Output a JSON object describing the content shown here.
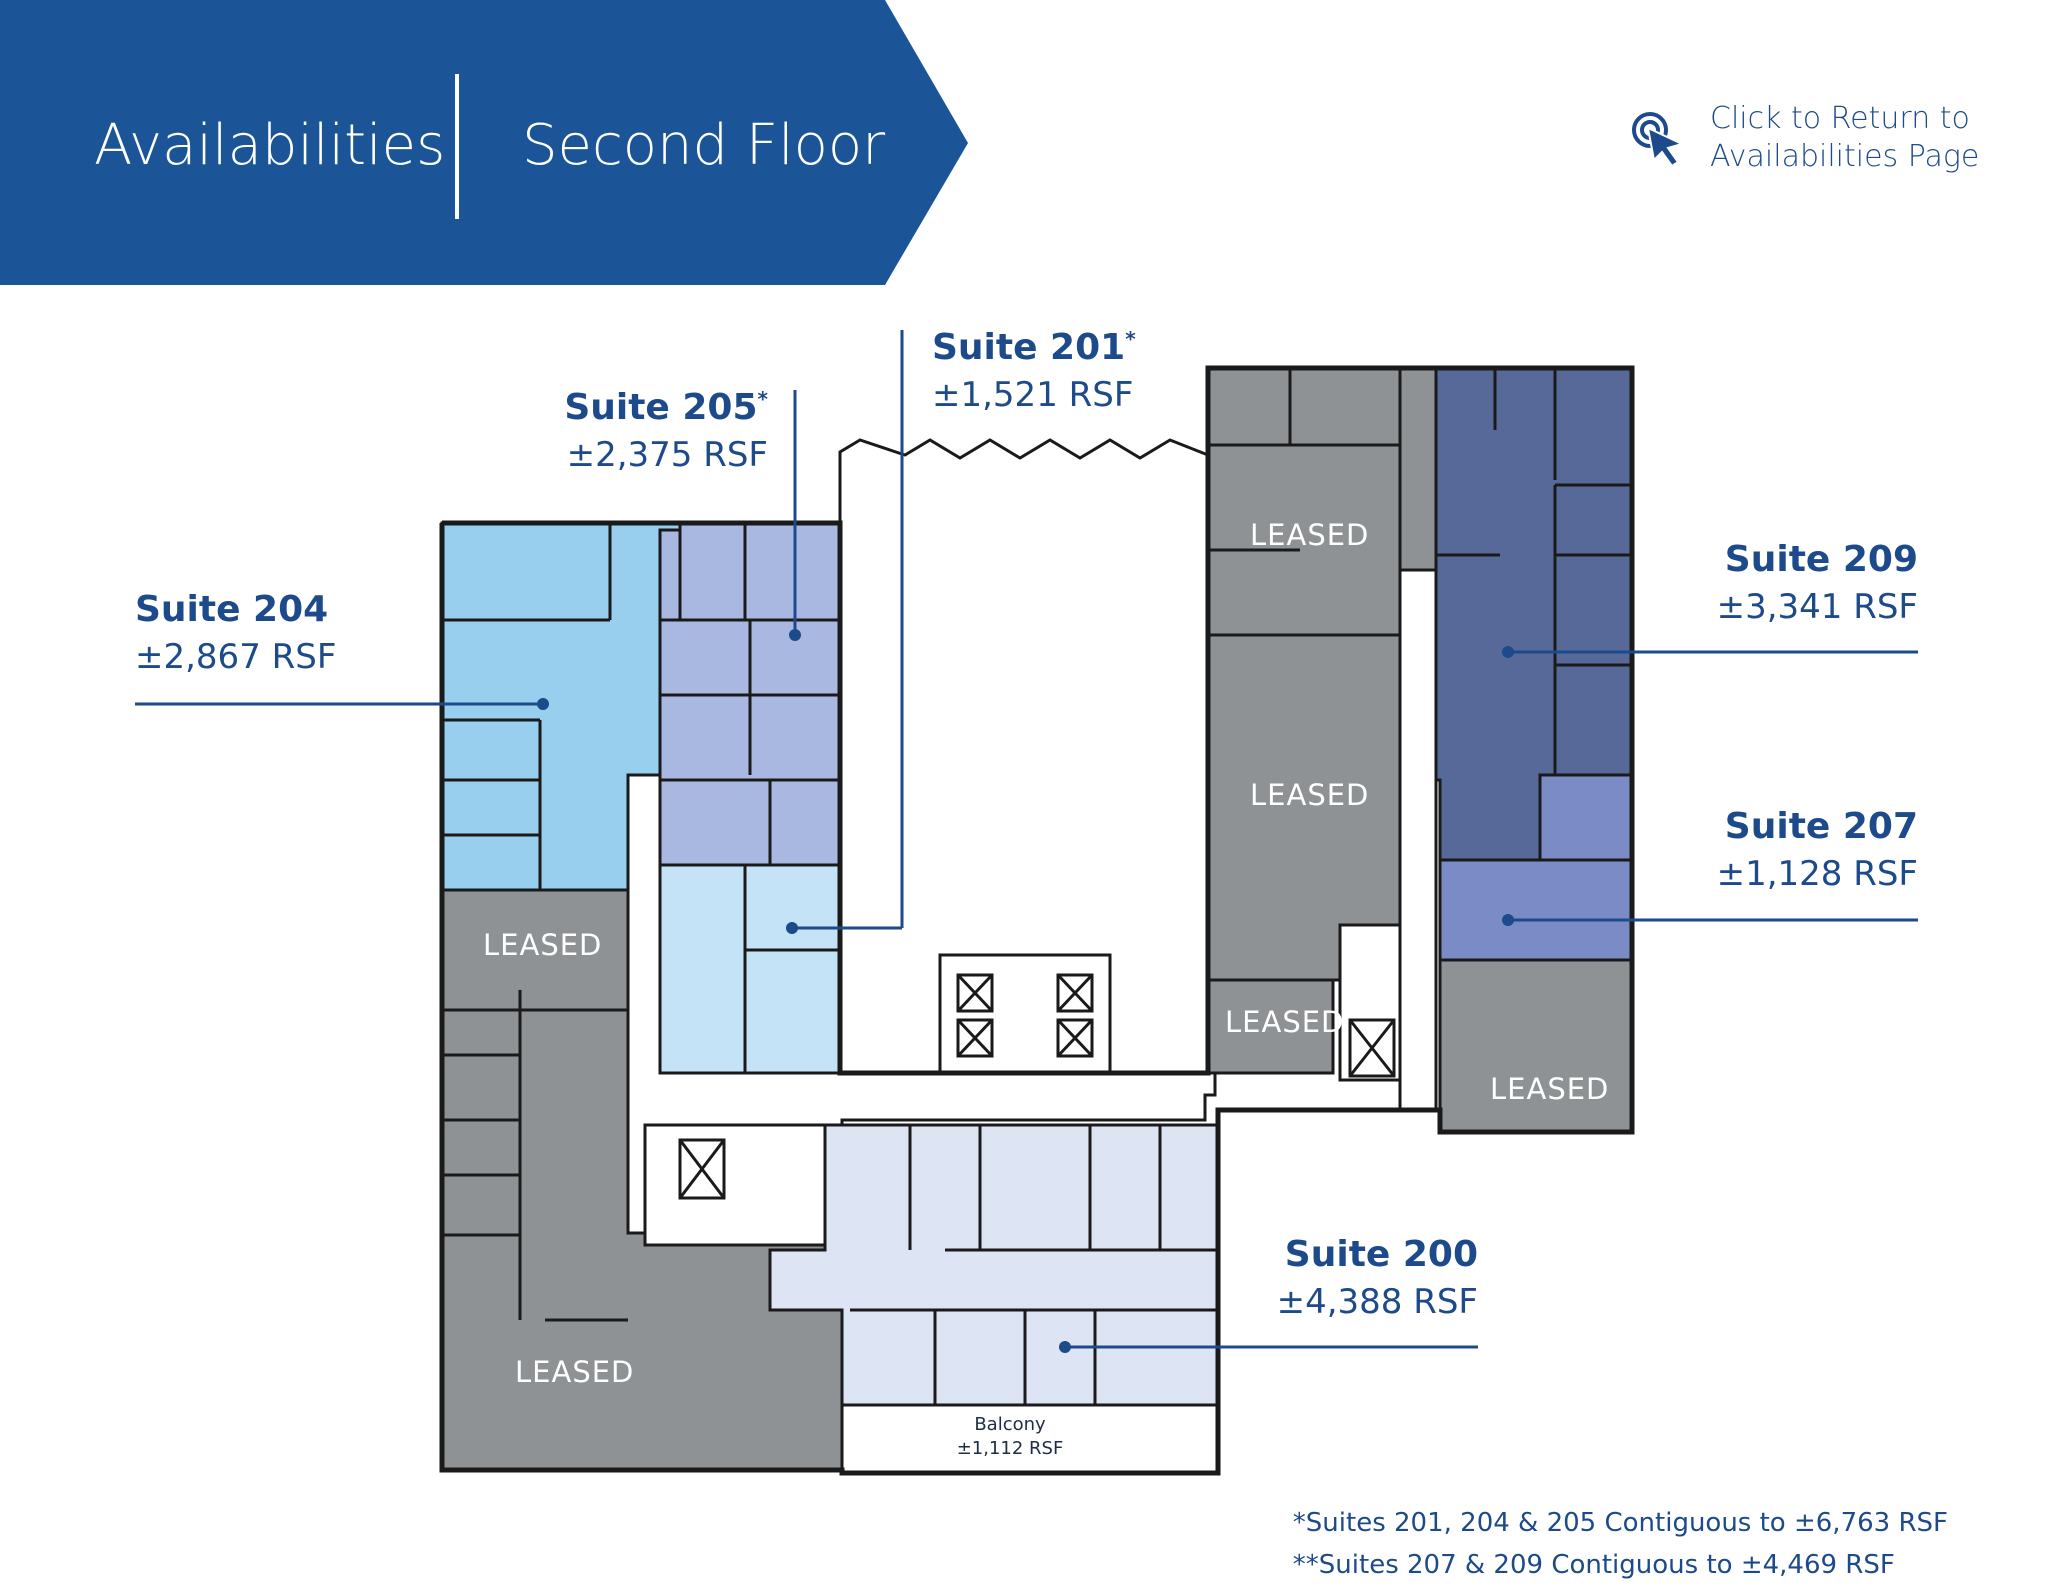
{
  "header": {
    "title": "Availabilities",
    "subtitle": "Second Floor",
    "color": "#1b5597"
  },
  "return_link": {
    "line1": "Click to Return to",
    "line2": "Availabilities Page",
    "icon": "cursor-click-icon"
  },
  "suites": [
    {
      "name": "Suite 201",
      "mark": "*",
      "rsf": "±1,521 RSF",
      "color": "#c4e3f6"
    },
    {
      "name": "Suite 205",
      "mark": "*",
      "rsf": "±2,375 RSF",
      "color": "#a9b8e1"
    },
    {
      "name": "Suite 204",
      "mark": "",
      "rsf": "±2,867 RSF",
      "color": "#98cfee"
    },
    {
      "name": "Suite 209",
      "mark": "",
      "rsf": "±3,341 RSF",
      "color": "#576998"
    },
    {
      "name": "Suite 207",
      "mark": "",
      "rsf": "±1,128 RSF",
      "color": "#7b8bc6"
    },
    {
      "name": "Suite 200",
      "mark": "",
      "rsf": "±4,388 RSF",
      "color": "#dde4f4"
    }
  ],
  "leased_label": "LEASED",
  "leased_color": "#8f9294",
  "balcony": {
    "label": "Balcony",
    "rsf": "±1,112 RSF"
  },
  "notes": [
    "*Suites 201, 204 & 205 Contiguous to ±6,763 RSF",
    "**Suites 207 & 209 Contiguous to ±4,469 RSF"
  ]
}
